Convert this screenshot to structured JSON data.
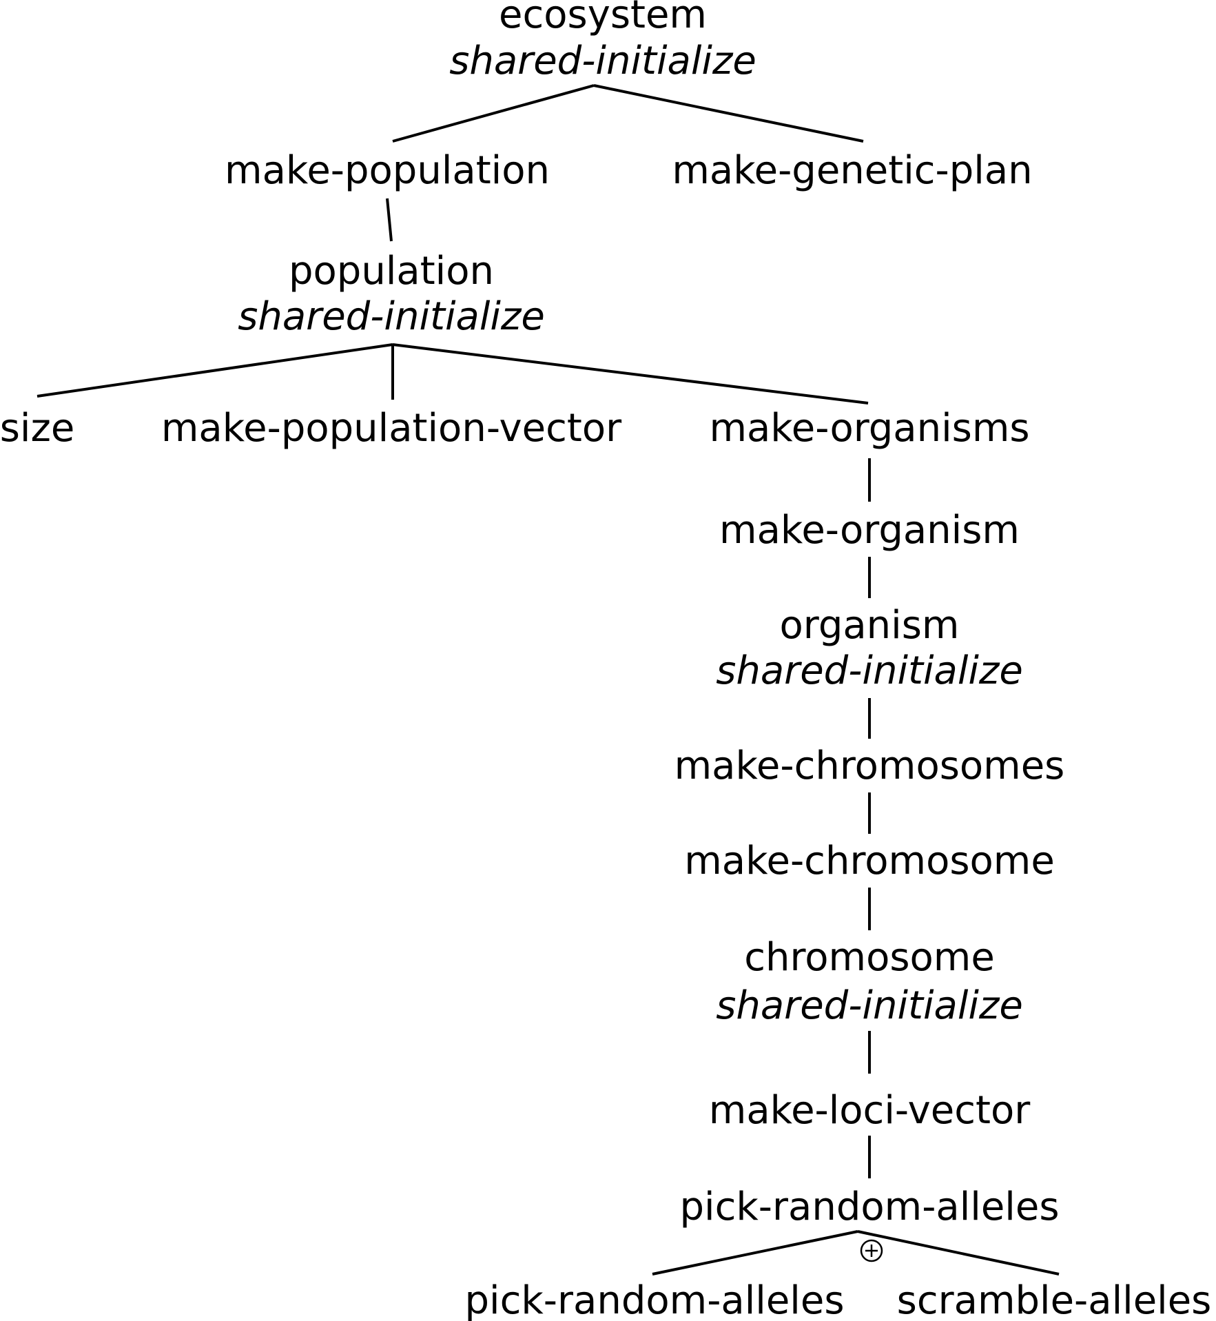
{
  "diagram": {
    "nodes": [
      {
        "id": "ecosystem",
        "label": "ecosystem",
        "method": "shared-initialize"
      },
      {
        "id": "make-population",
        "label": "make-population",
        "method": ""
      },
      {
        "id": "make-genetic-plan",
        "label": "make-genetic-plan",
        "method": ""
      },
      {
        "id": "population",
        "label": "population",
        "method": "shared-initialize"
      },
      {
        "id": "size",
        "label": "size",
        "method": ""
      },
      {
        "id": "make-population-vector",
        "label": "make-population-vector",
        "method": ""
      },
      {
        "id": "make-organisms",
        "label": "make-organisms",
        "method": ""
      },
      {
        "id": "make-organism",
        "label": "make-organism",
        "method": ""
      },
      {
        "id": "organism",
        "label": "organism",
        "method": "shared-initialize"
      },
      {
        "id": "make-chromosomes",
        "label": "make-chromosomes",
        "method": ""
      },
      {
        "id": "make-chromosome",
        "label": "make-chromosome",
        "method": ""
      },
      {
        "id": "chromosome",
        "label": "chromosome",
        "method": "shared-initialize"
      },
      {
        "id": "make-loci-vector",
        "label": "make-loci-vector",
        "method": ""
      },
      {
        "id": "pick-random-alleles",
        "label": "pick-random-alleles",
        "method": ""
      },
      {
        "id": "pick-random-alleles-child",
        "label": "pick-random-alleles",
        "method": ""
      },
      {
        "id": "scramble-alleles",
        "label": "scramble-alleles",
        "method": ""
      }
    ],
    "edges": [
      {
        "from": "ecosystem",
        "to": "make-population"
      },
      {
        "from": "ecosystem",
        "to": "make-genetic-plan"
      },
      {
        "from": "make-population",
        "to": "population"
      },
      {
        "from": "population",
        "to": "size"
      },
      {
        "from": "population",
        "to": "make-population-vector"
      },
      {
        "from": "population",
        "to": "make-organisms"
      },
      {
        "from": "make-organisms",
        "to": "make-organism"
      },
      {
        "from": "make-organism",
        "to": "organism"
      },
      {
        "from": "organism",
        "to": "make-chromosomes"
      },
      {
        "from": "make-chromosomes",
        "to": "make-chromosome"
      },
      {
        "from": "make-chromosome",
        "to": "chromosome"
      },
      {
        "from": "chromosome",
        "to": "make-loci-vector"
      },
      {
        "from": "make-loci-vector",
        "to": "pick-random-alleles"
      },
      {
        "from": "pick-random-alleles",
        "to": "pick-random-alleles-child"
      },
      {
        "from": "pick-random-alleles",
        "to": "scramble-alleles"
      }
    ],
    "combinations": [
      {
        "at": "pick-random-alleles",
        "symbol": "plus-circle-icon"
      }
    ]
  }
}
